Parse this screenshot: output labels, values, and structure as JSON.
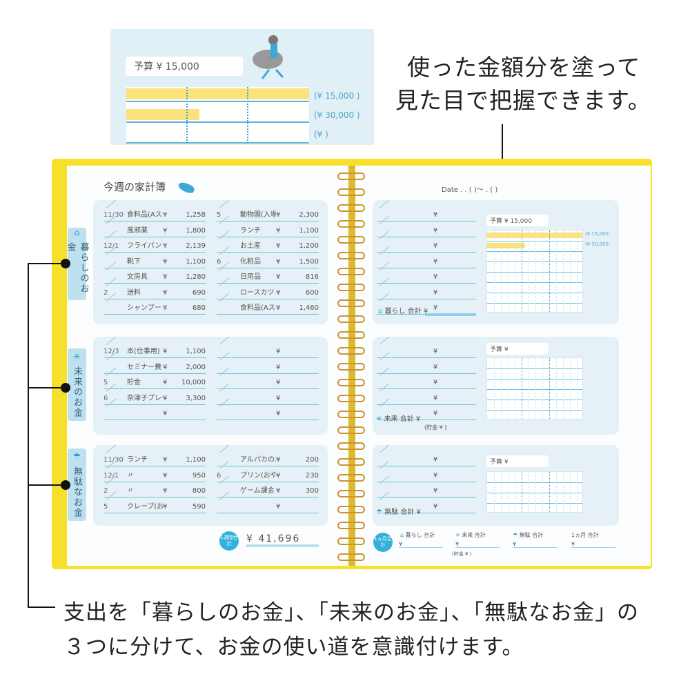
{
  "callout_top": {
    "line1": "使った金額分を塗って",
    "line2": "見た目で把握できます。"
  },
  "callout_bottom": {
    "line1": "支出を「暮らしのお金」、「未来のお金」、「無駄なお金」の",
    "line2": "３つに分けて、お金の使い道を意識付けます。"
  },
  "inset": {
    "budget": "予算 ¥ 15,000",
    "rows": [
      "(¥ 15,000 )",
      "(¥ 30,000 )",
      "(¥ )"
    ],
    "fill_fractions": [
      1.0,
      0.4,
      0
    ]
  },
  "left_page": {
    "title": "今週の家計簿",
    "tabs": [
      "暮らしのお金",
      "未来のお金",
      "無駄なお金"
    ],
    "living": {
      "left": [
        [
          "11/30",
          "食料品(Aスーパー)",
          "1,258"
        ],
        [
          "",
          "風邪薬",
          "1,800"
        ],
        [
          "12/1",
          "フライパン",
          "2,139"
        ],
        [
          "",
          "靴下",
          "1,100"
        ],
        [
          "",
          "文房具",
          "1,280"
        ],
        [
          "2",
          "送料",
          "690"
        ],
        [
          "",
          "シャンプー",
          "680"
        ]
      ],
      "right": [
        [
          "5",
          "動物園(入場料)",
          "2,300"
        ],
        [
          "",
          "ランチ",
          "1,100"
        ],
        [
          "",
          "お土産",
          "1,200"
        ],
        [
          "6",
          "化粧品",
          "1,500"
        ],
        [
          "",
          "日用品",
          "816"
        ],
        [
          "",
          "ロースカツ",
          "600"
        ],
        [
          "",
          "食料品(Aスーパー)",
          "1,460"
        ]
      ]
    },
    "future": {
      "left": [
        [
          "12/3",
          "本(仕事用)",
          "1,100"
        ],
        [
          "",
          "セミナー費",
          "2,000"
        ],
        [
          "5",
          "貯金",
          "10,000"
        ],
        [
          "6",
          "奈津子プレゼント",
          "3,300"
        ],
        [
          "",
          "",
          ""
        ]
      ],
      "right": [
        [
          "",
          "",
          ""
        ],
        [
          "",
          "",
          ""
        ],
        [
          "",
          "",
          ""
        ],
        [
          "",
          "",
          ""
        ],
        [
          "",
          "",
          ""
        ]
      ]
    },
    "waste": {
      "left": [
        [
          "11/30",
          "ランチ",
          "1,100"
        ],
        [
          "12/1",
          "〃",
          "950"
        ],
        [
          "2",
          "〃",
          "800"
        ],
        [
          "5",
          "クレープ(おやつ)",
          "590"
        ]
      ],
      "right": [
        [
          "",
          "アルパカのエサ",
          "200"
        ],
        [
          "6",
          "プリン(おやつ)",
          "230"
        ],
        [
          "",
          "ゲーム課金",
          "300"
        ],
        [
          "",
          "",
          ""
        ]
      ]
    },
    "yen": "¥",
    "weekly_label": "1週間合計",
    "weekly_total": "¥ 41,696"
  },
  "right_page": {
    "date": "Date    .   .  (   )～   .   (   )",
    "budget1": "予算 ¥ 15,000",
    "budget1_rows": [
      "(¥ 15,000",
      "(¥ 30,000"
    ],
    "budget1_fill_fractions": [
      1.0,
      0.4
    ],
    "budget_empty": "予算 ¥",
    "living_total": "暮らし 合計 ¥",
    "future_total": "未来 合計 ¥",
    "savings": "(貯金 ¥        )",
    "waste_total": "無駄 合計 ¥",
    "monthly": {
      "label": "1ヵ月合計",
      "living": "暮らし 合計",
      "future": "未来 合計",
      "waste": "無駄 合計",
      "month": "1ヵ月 合計",
      "savings": "(貯金 ¥        )",
      "yen": "¥"
    }
  }
}
